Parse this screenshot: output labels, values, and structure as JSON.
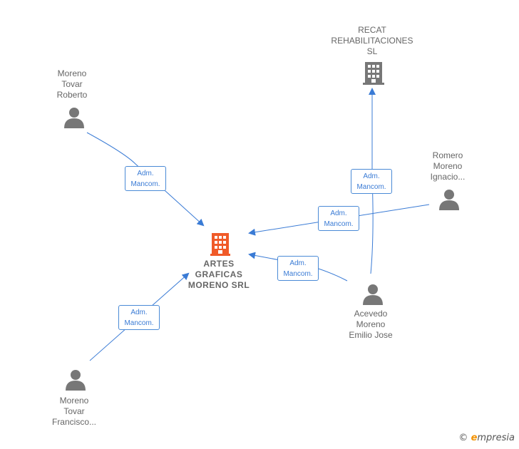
{
  "colors": {
    "edge": "#3a7bd5",
    "person": "#777777",
    "company": "#777777",
    "main_company": "#f05a28"
  },
  "nodes": {
    "artes": {
      "label": "ARTES\nGRAFICAS\nMORENO SRL",
      "type": "company-main",
      "icon": "building-icon"
    },
    "recat": {
      "label": "RECAT\nREHABILITACIONES\nSL",
      "type": "company",
      "icon": "building-icon"
    },
    "roberto": {
      "label": "Moreno\nTovar\nRoberto",
      "type": "person",
      "icon": "person-icon"
    },
    "ignacio": {
      "label": "Romero\nMoreno\nIgnacio...",
      "type": "person",
      "icon": "person-icon"
    },
    "emilio": {
      "label": "Acevedo\nMoreno\nEmilio Jose",
      "type": "person",
      "icon": "person-icon"
    },
    "francisco": {
      "label": "Moreno\nTovar\nFrancisco...",
      "type": "person",
      "icon": "person-icon"
    }
  },
  "edges": [
    {
      "from": "roberto",
      "to": "artes",
      "label": "Adm.\nMancom."
    },
    {
      "from": "ignacio",
      "to": "artes",
      "label": "Adm.\nMancom."
    },
    {
      "from": "emilio",
      "to": "artes",
      "label": "Adm.\nMancom."
    },
    {
      "from": "emilio",
      "to": "recat",
      "label": "Adm.\nMancom."
    },
    {
      "from": "francisco",
      "to": "artes",
      "label": "Adm.\nMancom."
    }
  ],
  "brand": {
    "copyright": "©",
    "e": "e",
    "rest": "mpresia"
  }
}
